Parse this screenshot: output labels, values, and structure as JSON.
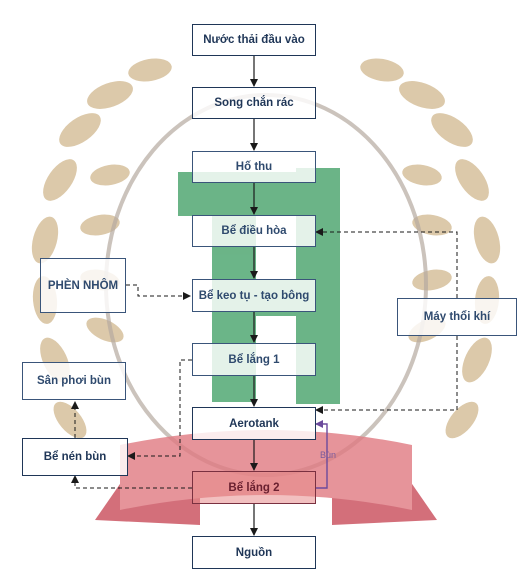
{
  "colors": {
    "box_border": "#1f3657",
    "box_text": "#1f3657",
    "arrow": "#1a1a1a",
    "mud_arrow": "#6b4a9c",
    "logo_green": "#3a9c60",
    "laurel": "#c8b089",
    "ribbon": "#d9626b"
  },
  "diagram": {
    "nodes": {
      "n_input": "Nước thải đầu vào",
      "n_screen": "Song chắn rác",
      "n_pit": "Hố thu",
      "n_equal": "Bể điều hòa",
      "n_coag": "Bể keo tụ - tạo bông",
      "n_settle1": "Bể lắng 1",
      "n_aerotank": "Aerotank",
      "n_settle2": "Bể lắng 2",
      "n_out": "Nguồn",
      "n_alum": "PHÈN NHÔM",
      "n_blower": "Máy thổi khí",
      "n_drybed": "Sân phơi bùn",
      "n_press": "Bể nén bùn"
    },
    "edge_labels": {
      "return_sludge": "Bùn"
    }
  }
}
